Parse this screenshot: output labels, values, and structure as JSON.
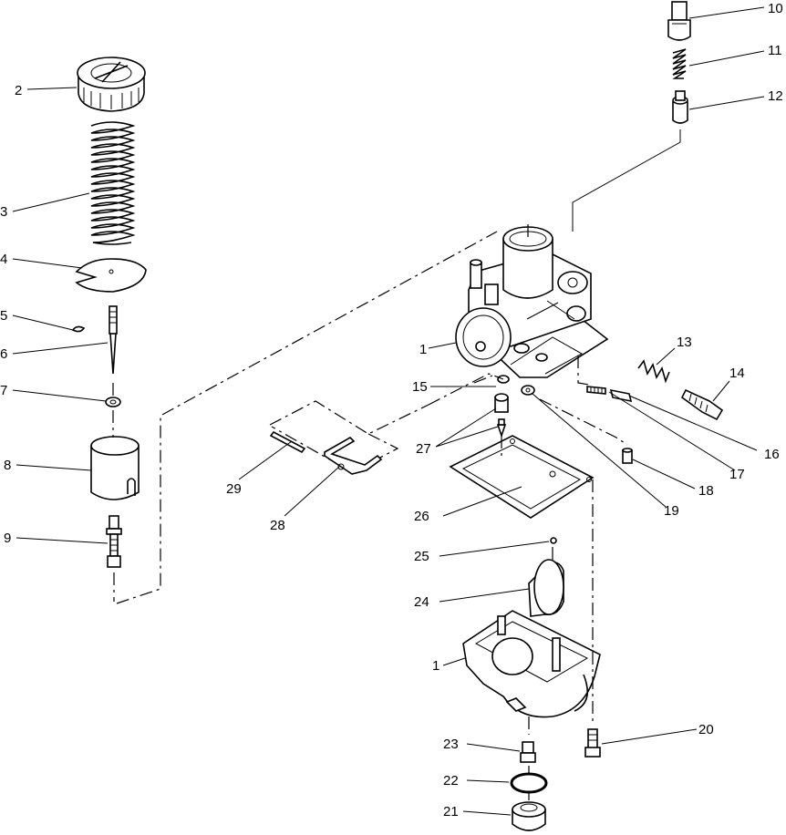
{
  "callouts": [
    {
      "id": "c10",
      "label": "10"
    },
    {
      "id": "c11",
      "label": "11"
    },
    {
      "id": "c12",
      "label": "12"
    },
    {
      "id": "c2",
      "label": "2"
    },
    {
      "id": "c3",
      "label": "3"
    },
    {
      "id": "c4",
      "label": "4"
    },
    {
      "id": "c5",
      "label": "5"
    },
    {
      "id": "c6",
      "label": "6"
    },
    {
      "id": "c7",
      "label": "7"
    },
    {
      "id": "c8",
      "label": "8"
    },
    {
      "id": "c9",
      "label": "9"
    },
    {
      "id": "c1a",
      "label": "1"
    },
    {
      "id": "c1b",
      "label": "1"
    },
    {
      "id": "c13",
      "label": "13"
    },
    {
      "id": "c14",
      "label": "14"
    },
    {
      "id": "c15",
      "label": "15"
    },
    {
      "id": "c16",
      "label": "16"
    },
    {
      "id": "c17",
      "label": "17"
    },
    {
      "id": "c18",
      "label": "18"
    },
    {
      "id": "c19",
      "label": "19"
    },
    {
      "id": "c20",
      "label": "20"
    },
    {
      "id": "c21",
      "label": "21"
    },
    {
      "id": "c22",
      "label": "22"
    },
    {
      "id": "c23",
      "label": "23"
    },
    {
      "id": "c24",
      "label": "24"
    },
    {
      "id": "c25",
      "label": "25"
    },
    {
      "id": "c26",
      "label": "26"
    },
    {
      "id": "c27",
      "label": "27"
    },
    {
      "id": "c28",
      "label": "28"
    },
    {
      "id": "c29",
      "label": "29"
    }
  ]
}
